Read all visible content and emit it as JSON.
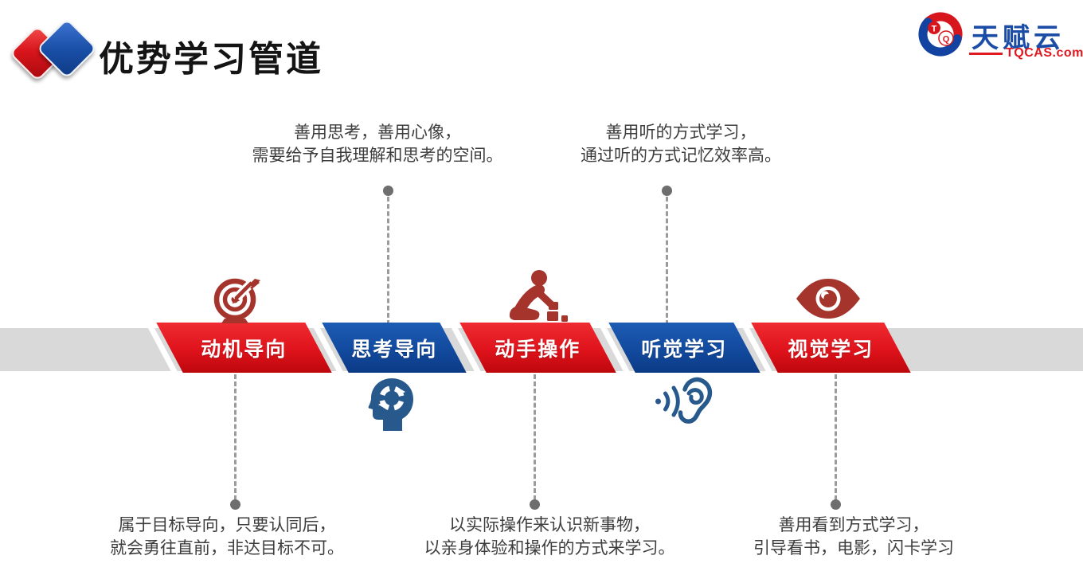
{
  "slide": {
    "title": "优势学习管道",
    "logo": {
      "brand": "天赋云",
      "domain": "TQCAS.com",
      "emblem_t": "T",
      "emblem_q": "Q"
    },
    "colors": {
      "chevron_red": "#DF131B",
      "chevron_blue": "#124A9E",
      "band_gray": "#D9D9D9",
      "icon_red": "#A5342C",
      "icon_blue": "#28598C",
      "note_text": "#3D3D3D",
      "brand_blue": "#1C4DA6",
      "brand_red": "#E0181F"
    },
    "stages": [
      {
        "label": "动机导向",
        "color": "red",
        "icon": "target-dart-icon",
        "icon_position": "above",
        "note": {
          "position": "below",
          "lines": [
            "属于目标导向，只要认同后，",
            "就会勇往直前，非达目标不可。"
          ]
        }
      },
      {
        "label": "思考导向",
        "color": "blue",
        "icon": "head-cycle-icon",
        "icon_position": "below",
        "note": {
          "position": "above",
          "lines": [
            "善用思考，善用心像，",
            "需要给予自我理解和思考的空间。"
          ]
        }
      },
      {
        "label": "动手操作",
        "color": "red",
        "icon": "person-building-icon",
        "icon_position": "above",
        "note": {
          "position": "below",
          "lines": [
            "以实际操作来认识新事物，",
            "以亲身体验和操作的方式来学习。"
          ]
        }
      },
      {
        "label": "听觉学习",
        "color": "blue",
        "icon": "ear-sound-icon",
        "icon_position": "below",
        "note": {
          "position": "above",
          "lines": [
            "善用听的方式学习，",
            "通过听的方式记忆效率高。"
          ]
        }
      },
      {
        "label": "视觉学习",
        "color": "red",
        "icon": "eye-icon",
        "icon_position": "above",
        "note": {
          "position": "below",
          "lines": [
            "善用看到方式学习，",
            "引导看书，电影，闪卡学习"
          ]
        }
      }
    ]
  }
}
